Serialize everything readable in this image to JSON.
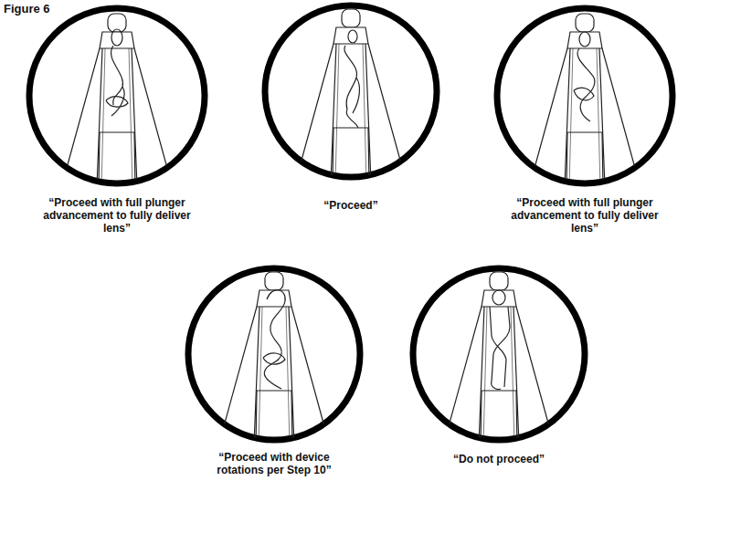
{
  "diagram": {
    "title": "Figure 6",
    "nodes": [
      {
        "text": [
          "“Proceed with full plunger advancement to fully deliver lens”"
        ]
      },
      {
        "text": [
          "“Proceed”"
        ]
      },
      {
        "text": [
          "“Proceed with full plunger advancement to fully deliver lens”"
        ]
      },
      {
        "text": [
          "“Proceed with device rotations per Step 10”"
        ]
      },
      {
        "text": [
          "“Do not proceed”"
        ]
      }
    ]
  }
}
